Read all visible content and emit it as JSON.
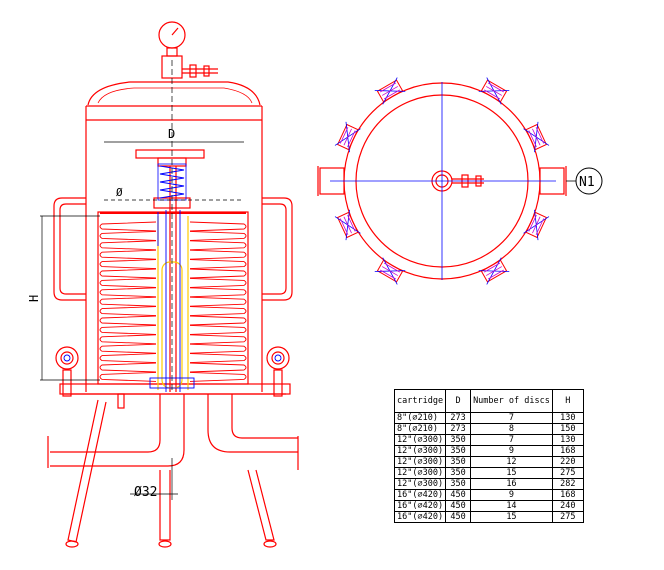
{
  "drawing": {
    "labels": {
      "diameter_D": "D",
      "diameter_symbol": "Ø",
      "height_H": "H",
      "pipe_dia": "Ø32",
      "nozzle": "N1"
    },
    "colors": {
      "vessel": "#ff0000",
      "detail": "#0000ff",
      "bolts": "#cc00cc",
      "cartridge": "#ffcc00",
      "dim": "#000000"
    }
  },
  "table": {
    "headers": [
      "cartridge",
      "D",
      "Number of discs",
      "H"
    ],
    "rows": [
      [
        "8\"(⌀210)",
        "273",
        "7",
        "130"
      ],
      [
        "8\"(⌀210)",
        "273",
        "8",
        "150"
      ],
      [
        "12\"(⌀300)",
        "350",
        "7",
        "130"
      ],
      [
        "12\"(⌀300)",
        "350",
        "9",
        "168"
      ],
      [
        "12\"(⌀300)",
        "350",
        "12",
        "220"
      ],
      [
        "12\"(⌀300)",
        "350",
        "15",
        "275"
      ],
      [
        "12\"(⌀300)",
        "350",
        "16",
        "282"
      ],
      [
        "16\"(⌀420)",
        "450",
        "9",
        "168"
      ],
      [
        "16\"(⌀420)",
        "450",
        "14",
        "240"
      ],
      [
        "16\"(⌀420)",
        "450",
        "15",
        "275"
      ]
    ]
  }
}
